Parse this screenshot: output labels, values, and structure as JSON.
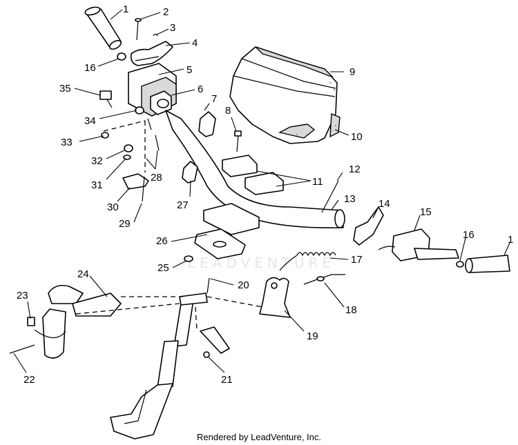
{
  "callouts": {
    "c1a": "1",
    "c1b": "1",
    "c2": "2",
    "c3": "3",
    "c4": "4",
    "c5": "5",
    "c6": "6",
    "c7": "7",
    "c8": "8",
    "c9": "9",
    "c10": "10",
    "c11": "11",
    "c12": "12",
    "c13": "13",
    "c14": "14",
    "c15": "15",
    "c16a": "16",
    "c16b": "16",
    "c17": "17",
    "c18": "18",
    "c19": "19",
    "c20": "20",
    "c21": "21",
    "c22": "22",
    "c23": "23",
    "c24": "24",
    "c25": "25",
    "c26": "26",
    "c27": "27",
    "c28": "28",
    "c29": "29",
    "c30": "30",
    "c31": "31",
    "c32": "32",
    "c33": "33",
    "c34": "34",
    "c35": "35"
  },
  "watermark": "LEADVENTURE",
  "credit": "Rendered by LeadVenture, Inc."
}
